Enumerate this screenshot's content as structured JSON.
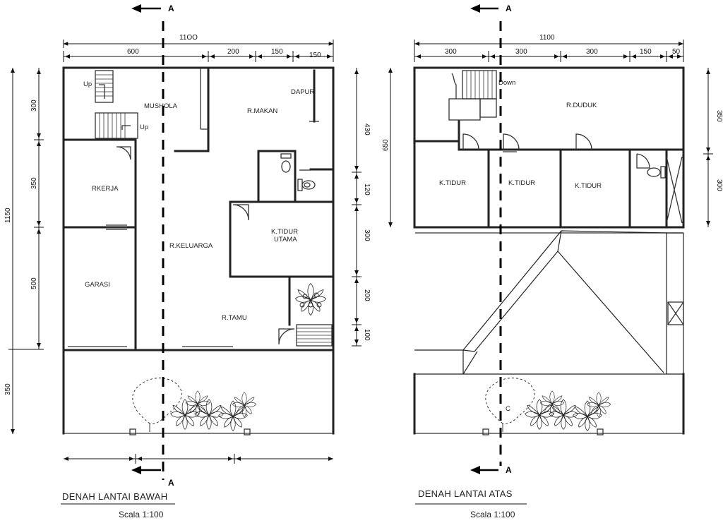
{
  "section_label": "A",
  "left": {
    "title": "DENAH LANTAI BAWAH",
    "scale": "Scala 1:100",
    "dims_top": [
      "11OO",
      "600",
      "200",
      "150",
      "150"
    ],
    "dims_left": [
      "1150",
      "300",
      "350",
      "500",
      "350"
    ],
    "dims_right": [
      "430",
      "120",
      "300",
      "200",
      "100"
    ],
    "rooms": {
      "mushola": "MUSHOLA",
      "makan": "R.MAKAN",
      "dapur": "DAPUR",
      "kerja": "RKERJA",
      "keluarga": "R.KELUARGA",
      "tidur_utama_1": "K.TIDUR",
      "tidur_utama_2": "UTAMA",
      "garasi": "GARASI",
      "tamu": "R.TAMU",
      "up1": "Up",
      "up2": "Up"
    }
  },
  "right": {
    "title": "DENAH LANTAI ATAS",
    "scale": "Scala 1:100",
    "dims_top": [
      "1100",
      "300",
      "300",
      "300",
      "150",
      "50"
    ],
    "dims_left": [
      "650"
    ],
    "dims_right": [
      "350",
      "300"
    ],
    "rooms": {
      "duduk": "R.DUDUK",
      "tidur1": "K.TIDUR",
      "tidur2": "K.TIDUR",
      "tidur3": "K.TIDUR",
      "down": "Down",
      "c": "C"
    }
  }
}
